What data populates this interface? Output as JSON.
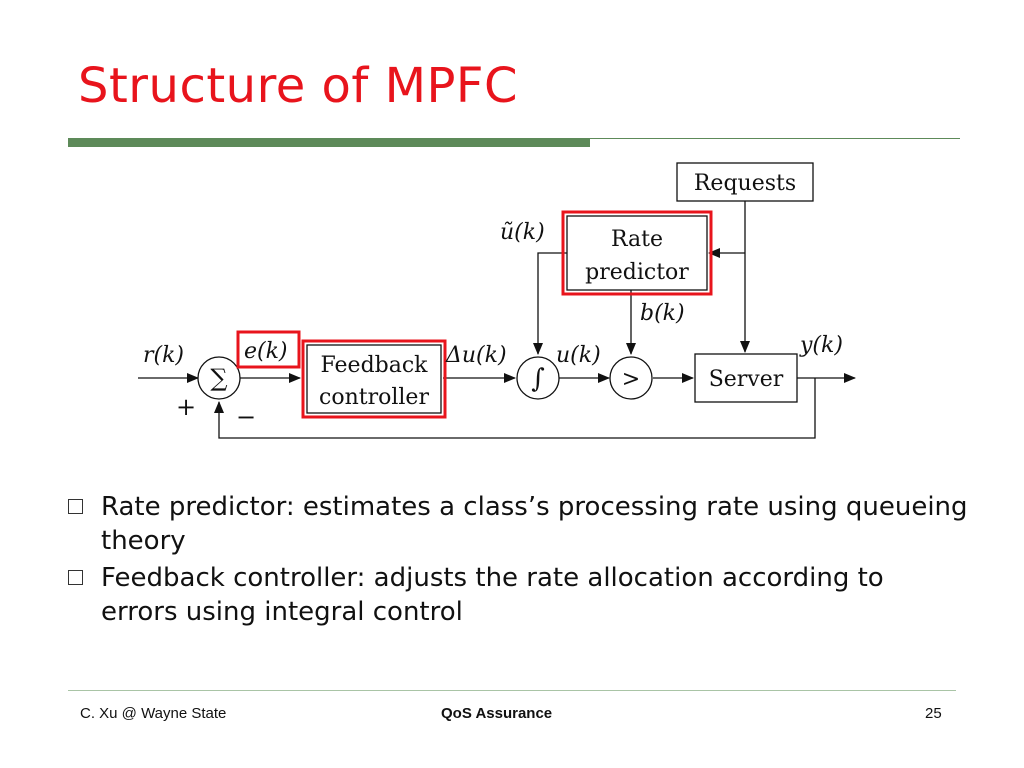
{
  "slide": {
    "title": "Structure of MPFC"
  },
  "diagram": {
    "blocks": {
      "requests": "Requests",
      "rate_predictor_line1": "Rate",
      "rate_predictor_line2": "predictor",
      "feedback_line1": "Feedback",
      "feedback_line2": "controller",
      "server": "Server"
    },
    "signals": {
      "u_tilde": "ũ(k)",
      "b": "b(k)",
      "r": "r(k)",
      "e": "e(k)",
      "delta_u": "Δu(k)",
      "u": "u(k)",
      "y": "y(k)",
      "plus": "+",
      "minus": "−"
    },
    "operators": {
      "sum": "∑",
      "integral": "∫",
      "compare": ">"
    },
    "highlight_color": "#e8141c"
  },
  "bullets": [
    "Rate predictor: estimates a class’s processing rate using queueing theory",
    "Feedback controller: adjusts the rate allocation according to errors using integral control"
  ],
  "footer": {
    "author": "C. Xu @ Wayne State",
    "course": "QoS Assurance",
    "page": "25"
  },
  "colors": {
    "title": "#e8141c",
    "accent_bar": "#5d8a59"
  }
}
